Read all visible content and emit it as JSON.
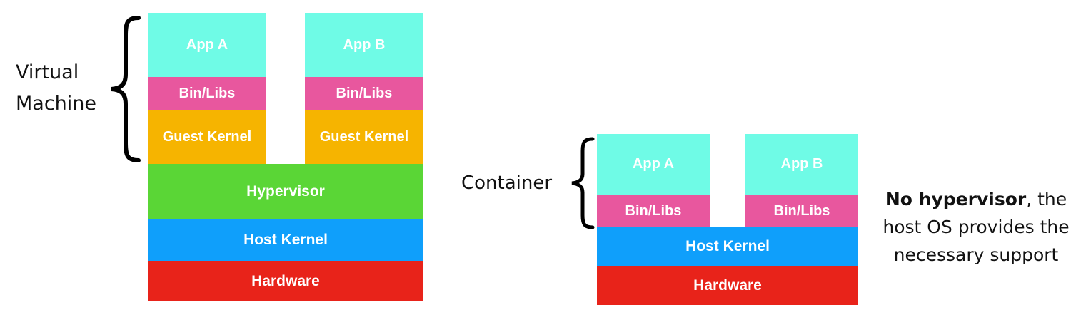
{
  "vm": {
    "label_line1": "Virtual",
    "label_line2": "Machine",
    "app_a": "App A",
    "app_b": "App B",
    "binlibs": "Bin/Libs",
    "guest_kernel": "Guest Kernel",
    "hypervisor": "Hypervisor",
    "host_kernel": "Host Kernel",
    "hardware": "Hardware"
  },
  "container": {
    "label": "Container",
    "app_a": "App A",
    "app_b": "App B",
    "binlibs": "Bin/Libs",
    "host_kernel": "Host Kernel",
    "hardware": "Hardware"
  },
  "note": {
    "bold": "No hypervisor",
    "rest": ", the host OS provides the necessary support"
  },
  "colors": {
    "app": "#6ffbe6",
    "binlibs": "#e8579e",
    "guest_kernel": "#f6b400",
    "hypervisor": "#5ad636",
    "host_kernel": "#0f9ffb",
    "hardware": "#e8231a"
  }
}
